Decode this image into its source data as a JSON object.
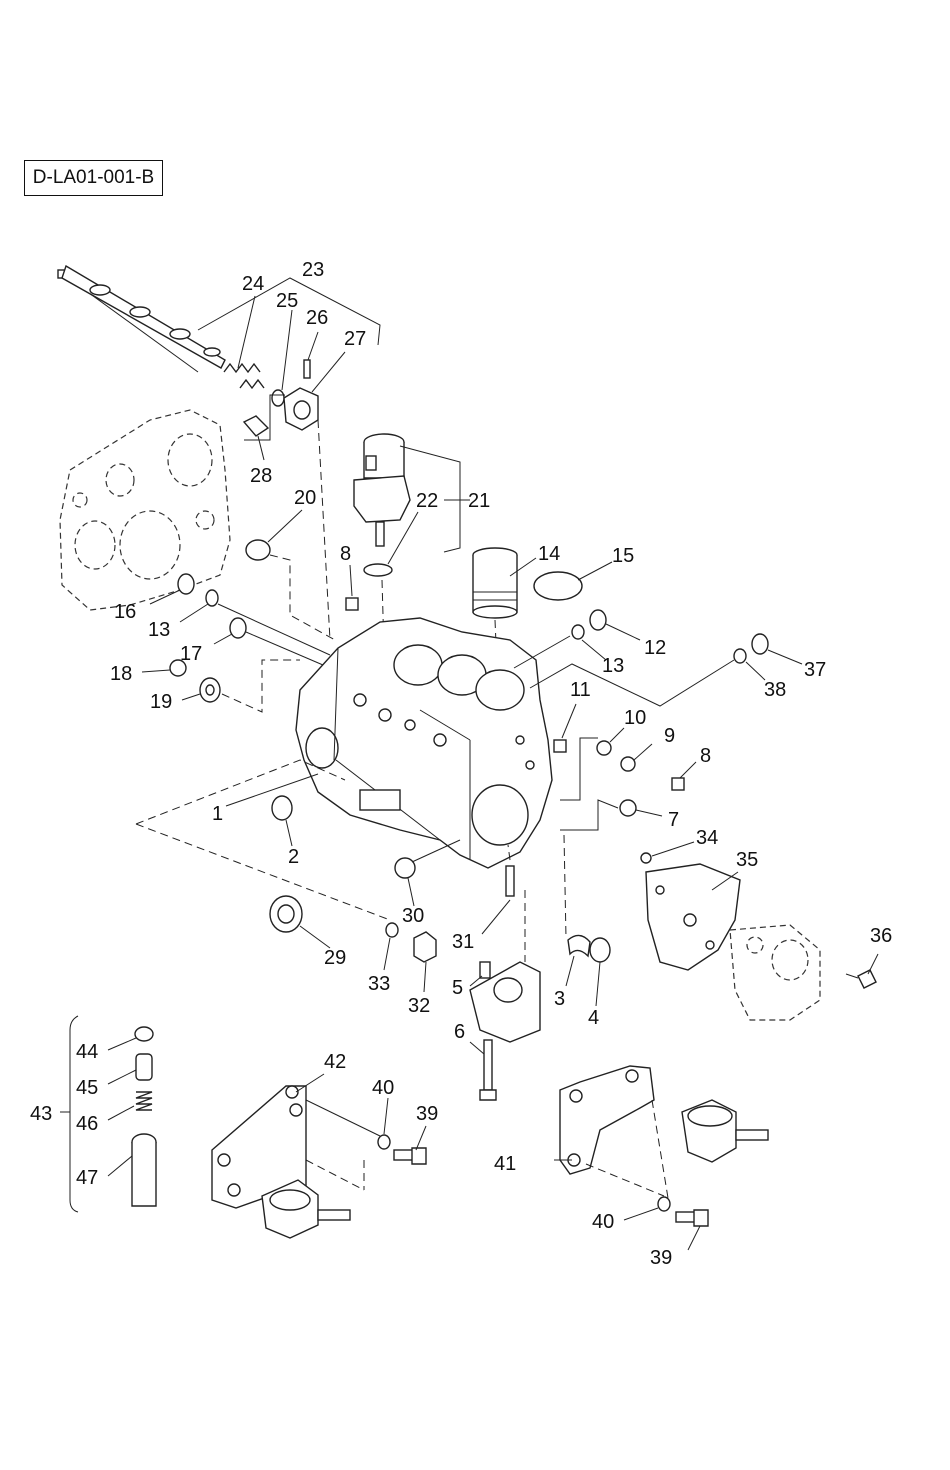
{
  "diagram": {
    "reference_code": "D-LA01-001-B",
    "callouts": [
      "1",
      "2",
      "3",
      "4",
      "5",
      "6",
      "7",
      "8",
      "8",
      "9",
      "10",
      "11",
      "12",
      "13",
      "13",
      "14",
      "15",
      "16",
      "17",
      "18",
      "19",
      "20",
      "21",
      "22",
      "23",
      "24",
      "25",
      "26",
      "27",
      "28",
      "29",
      "30",
      "31",
      "32",
      "33",
      "34",
      "35",
      "36",
      "37",
      "38",
      "39",
      "39",
      "40",
      "40",
      "41",
      "42",
      "43",
      "44",
      "45",
      "46",
      "47"
    ]
  }
}
